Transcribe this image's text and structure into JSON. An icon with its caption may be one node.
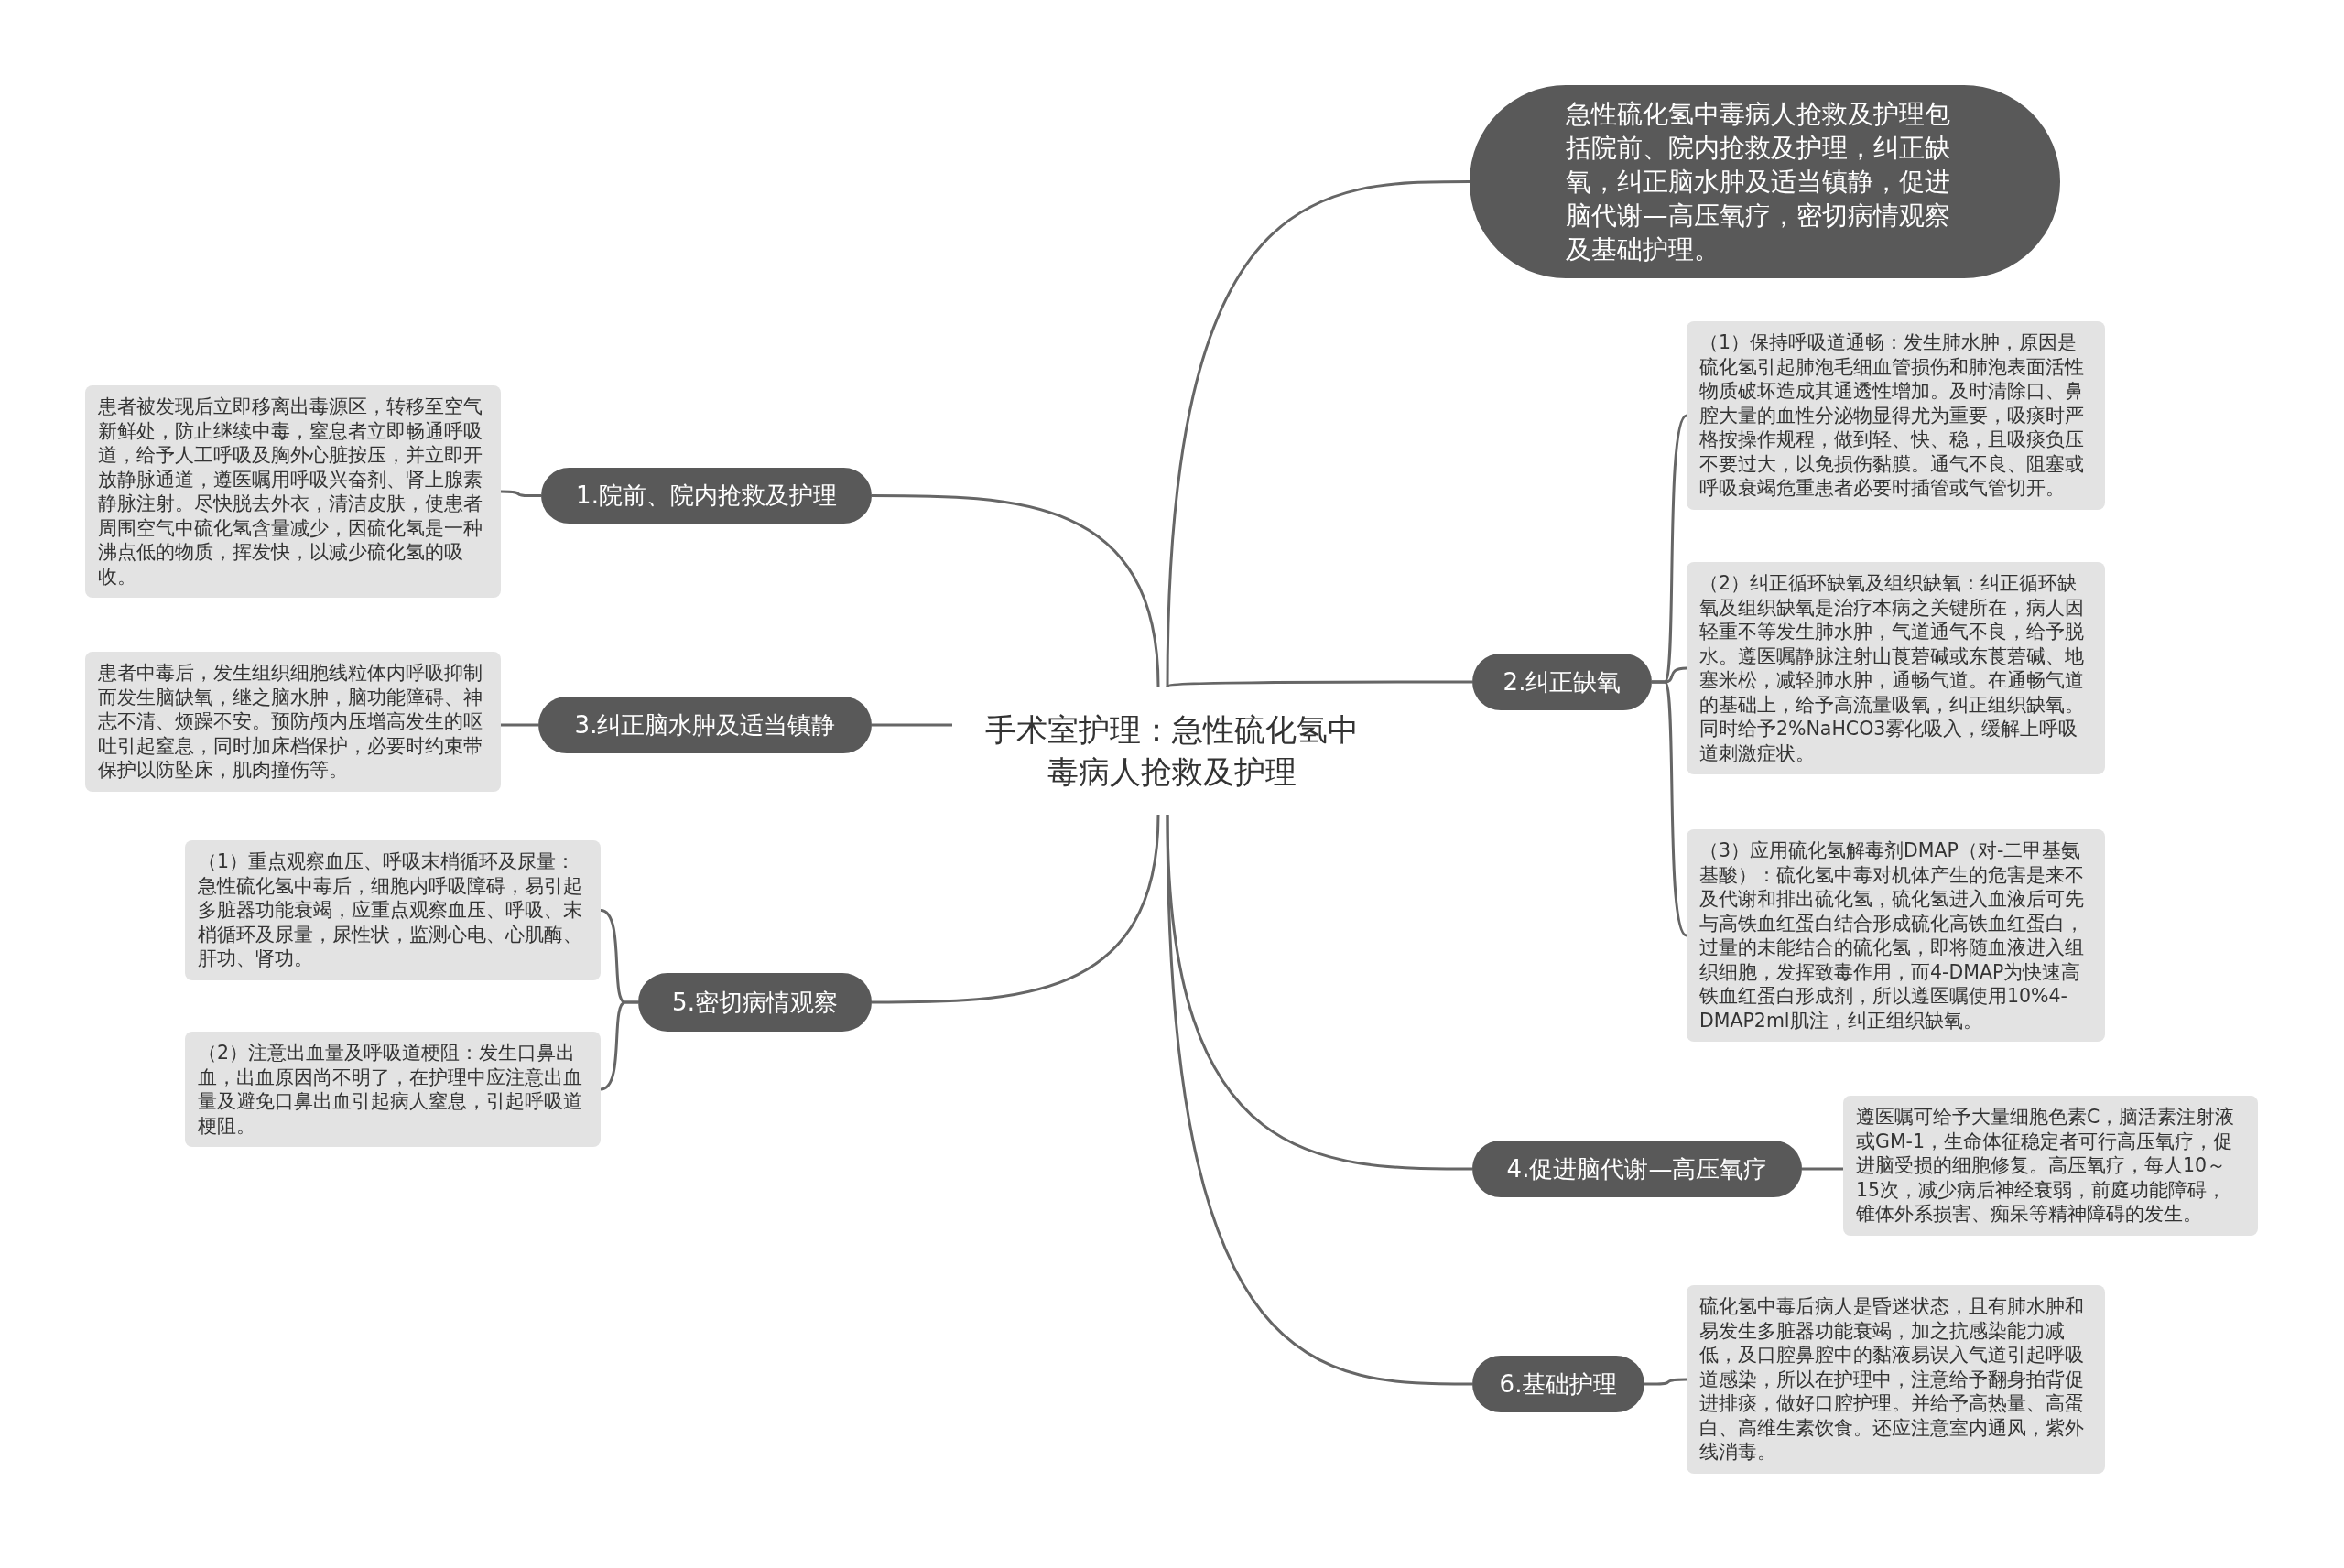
{
  "diagram": {
    "nodes": [
      {
        "text": [
          "手术室护理：急性硫化氢中毒病人抢救及护理"
        ]
      },
      {
        "text": [
          "急性硫化氢中毒病人抢救及护理包括院前、院内抢救及护理，纠正缺氧，纠正脑水肿及适当镇静，促进脑代谢—高压氧疗，密切病情观察及基础护理。"
        ]
      },
      {
        "text": [
          "1.院前、院内抢救及护理"
        ]
      },
      {
        "text": [
          "患者被发现后立即移离出毒源区，转移至空气新鲜处，防止继续中毒，窒息者立即畅通呼吸道，给予人工呼吸及胸外心脏按压，并立即开放静脉通道，遵医嘱用呼吸兴奋剂、肾上腺素静脉注射。尽快脱去外衣，清洁皮肤，使患者周围空气中硫化氢含量减少，因硫化氢是一种沸点低的物质，挥发快，以减少硫化氢的吸收。"
        ]
      },
      {
        "text": [
          "2.纠正缺氧"
        ]
      },
      {
        "text": [
          "（1）保持呼吸道通畅：发生肺水肿，原因是硫化氢引起肺泡毛细血管损伤和肺泡表面活性物质破坏造成其通透性增加。及时清除口、鼻腔大量的血性分泌物显得尤为重要，吸痰时严格按操作规程，做到轻、快、稳，且吸痰负压不要过大，以免损伤黏膜。通气不良、阻塞或呼吸衰竭危重患者必要时插管或气管切开。"
        ]
      },
      {
        "text": [
          "（2）纠正循环缺氧及组织缺氧：纠正循环缺氧及组织缺氧是治疗本病之关键所在，病人因轻重不等发生肺水肿，气道通气不良，给予脱水。遵医嘱静脉注射山莨菪碱或东莨菪碱、地塞米松，减轻肺水肿，通畅气道。在通畅气道的基础上，给予高流量吸氧，纠正组织缺氧。同时给予2%NaHCO3雾化吸入，缓解上呼吸道刺激症状。"
        ]
      },
      {
        "text": [
          "（3）应用硫化氢解毒剂DMAP（对-二甲基氨基酸）：硫化氢中毒对机体产生的危害是来不及代谢和排出硫化氢，硫化氢进入血液后可先与高铁血红蛋白结合形成硫化高铁血红蛋白，过量的未能结合的硫化氢，即将随血液进入组织细胞，发挥致毒作用，而4-DMAP为快速高铁血红蛋白形成剂，所以遵医嘱使用10%4-DMAP2ml肌注，纠正组织缺氧。"
        ]
      },
      {
        "text": [
          "3.纠正脑水肿及适当镇静"
        ]
      },
      {
        "text": [
          "患者中毒后，发生组织细胞线粒体内呼吸抑制而发生脑缺氧，继之脑水肿，脑功能障碍、神志不清、烦躁不安。预防颅内压增高发生的呕吐引起窒息，同时加床档保护，必要时约束带保护以防坠床，肌肉撞伤等。"
        ]
      },
      {
        "text": [
          "4.促进脑代谢—高压氧疗"
        ]
      },
      {
        "text": [
          "遵医嘱可给予大量细胞色素C，脑活素注射液或GM-1，生命体征稳定者可行高压氧疗，促进脑受损的细胞修复。高压氧疗，每人10～15次，减少病后神经衰弱，前庭功能障碍，锥体外系损害、痴呆等精神障碍的发生。"
        ]
      },
      {
        "text": [
          "5.密切病情观察"
        ]
      },
      {
        "text": [
          "（1）重点观察血压、呼吸末梢循环及尿量：急性硫化氢中毒后，细胞内呼吸障碍，易引起多脏器功能衰竭，应重点观察血压、呼吸、末梢循环及尿量，尿性状，监测心电、心肌酶、肝功、肾功。"
        ]
      },
      {
        "text": [
          "（2）注意出血量及呼吸道梗阻：发生口鼻出血，出血原因尚不明了，在护理中应注意出血量及避免口鼻出血引起病人窒息，引起呼吸道梗阻。"
        ]
      },
      {
        "text": [
          "6.基础护理"
        ]
      },
      {
        "text": [
          "硫化氢中毒后病人是昏迷状态，且有肺水肿和易发生多脏器功能衰竭，加之抗感染能力减低，及口腔鼻腔中的黏液易误入气道引起呼吸道感染，所以在护理中，注意给予翻身拍背促进排痰，做好口腔护理。并给予高热量、高蛋白、高维生素饮食。还应注意室内通风，紫外线消毒。"
        ]
      }
    ],
    "edges": [
      {
        "from": 0,
        "to": 1,
        "arrow": "none"
      },
      {
        "from": 0,
        "to": 2,
        "arrow": "none"
      },
      {
        "from": 2,
        "to": 3,
        "arrow": "none"
      },
      {
        "from": 0,
        "to": 4,
        "arrow": "none"
      },
      {
        "from": 4,
        "to": 5,
        "arrow": "none"
      },
      {
        "from": 4,
        "to": 6,
        "arrow": "none"
      },
      {
        "from": 4,
        "to": 7,
        "arrow": "none"
      },
      {
        "from": 0,
        "to": 8,
        "arrow": "none"
      },
      {
        "from": 8,
        "to": 9,
        "arrow": "none"
      },
      {
        "from": 0,
        "to": 10,
        "arrow": "none"
      },
      {
        "from": 10,
        "to": 11,
        "arrow": "none"
      },
      {
        "from": 0,
        "to": 12,
        "arrow": "none"
      },
      {
        "from": 12,
        "to": 13,
        "arrow": "none"
      },
      {
        "from": 12,
        "to": 14,
        "arrow": "none"
      },
      {
        "from": 0,
        "to": 15,
        "arrow": "none"
      },
      {
        "from": 15,
        "to": 16,
        "arrow": "none"
      }
    ]
  }
}
